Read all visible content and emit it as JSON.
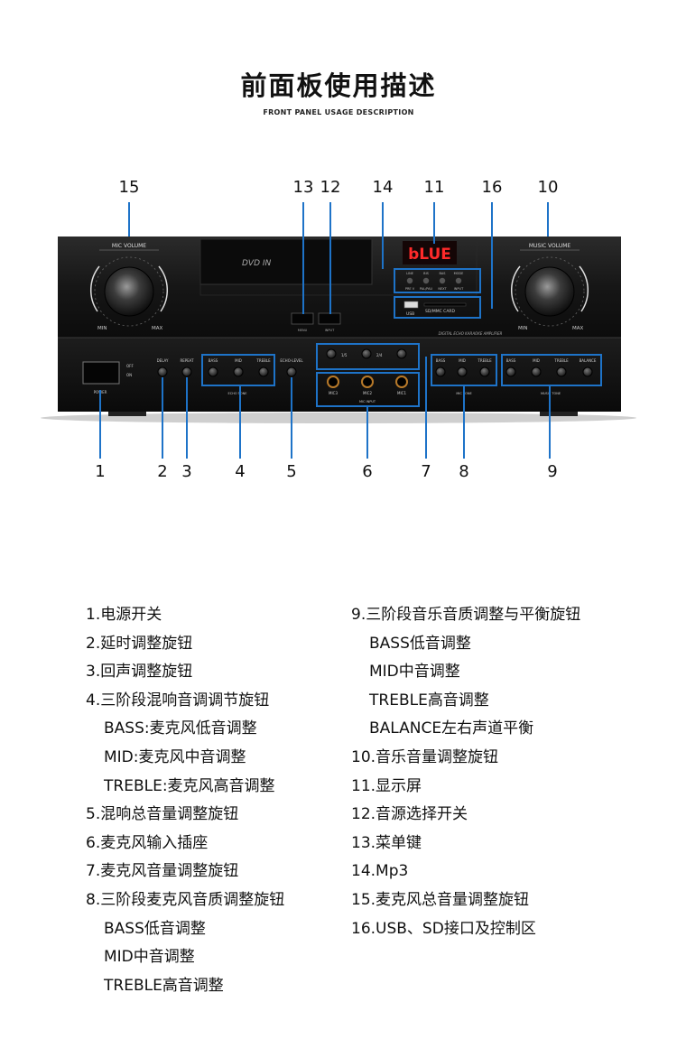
{
  "header": {
    "title": "前面板使用描述",
    "subtitle": "FRONT PANEL USAGE DESCRIPTION"
  },
  "panel": {
    "mic_volume": "MIC VOLUME",
    "music_volume": "MUSIC VOLUME",
    "min": "MIN",
    "max": "MAX",
    "display_left": "DVD  IN",
    "display_right": "bLUE",
    "mp3_buttons_top": [
      "LINE",
      "BIS",
      "BAS",
      "MODE"
    ],
    "mp3_buttons_bottom": [
      "PRE V",
      "PAL/PAU",
      "NEXT",
      "INPUT"
    ],
    "usb_label": "USB",
    "sd_label": "SD/MMC CARD",
    "menu": "MENU",
    "input": "INPUT",
    "model_text": "DIGITAL ECHO KARAOKE AMPLIFIER",
    "power": "POWER",
    "off": "OFF",
    "on": "ON",
    "delay": "DELAY",
    "repeat": "REPEAT",
    "bass": "BASS",
    "mid": "MID",
    "treble": "TREBLE",
    "echo_level": "ECHO-LEVEL",
    "echo_tone": "ECHO TONE",
    "mic_tone": "MIC TONE",
    "music_tone": "MUSIC TONE",
    "balance": "BALANCE",
    "mic_input": "MIC INPUT",
    "mic1": "MIC1",
    "mic2": "MIC2",
    "mic3": "MIC3",
    "ch_1_5": "1/5",
    "ch_2_4": "2/4"
  },
  "callouts": {
    "top": [
      "15",
      "13",
      "12",
      "14",
      "11",
      "16",
      "10"
    ],
    "bottom": [
      "1",
      "2",
      "3",
      "4",
      "5",
      "6",
      "7",
      "8",
      "9"
    ]
  },
  "descriptions": {
    "left": [
      {
        "text": "1.电源开关",
        "indent": false
      },
      {
        "text": "2.延时调整旋钮",
        "indent": false
      },
      {
        "text": "3.回声调整旋钮",
        "indent": false
      },
      {
        "text": "4.三阶段混响音调调节旋钮",
        "indent": false
      },
      {
        "text": "BASS:麦克风低音调整",
        "indent": true
      },
      {
        "text": "MID:麦克风中音调整",
        "indent": true
      },
      {
        "text": "TREBLE:麦克风高音调整",
        "indent": true
      },
      {
        "text": "5.混响总音量调整旋钮",
        "indent": false
      },
      {
        "text": "6.麦克风输入插座",
        "indent": false
      },
      {
        "text": "7.麦克风音量调整旋钮",
        "indent": false
      },
      {
        "text": "8.三阶段麦克风音质调整旋钮",
        "indent": false
      },
      {
        "text": "BASS低音调整",
        "indent": true
      },
      {
        "text": "MID中音调整",
        "indent": true
      },
      {
        "text": "TREBLE高音调整",
        "indent": true
      }
    ],
    "right": [
      {
        "text": "9.三阶段音乐音质调整与平衡旋钮",
        "indent": false
      },
      {
        "text": "BASS低音调整",
        "indent": true
      },
      {
        "text": "MID中音调整",
        "indent": true
      },
      {
        "text": "TREBLE高音调整",
        "indent": true
      },
      {
        "text": "BALANCE左右声道平衡",
        "indent": true
      },
      {
        "text": "10.音乐音量调整旋钮",
        "indent": false
      },
      {
        "text": "11.显示屏",
        "indent": false
      },
      {
        "text": "12.音源选择开关",
        "indent": false
      },
      {
        "text": "13.菜单键",
        "indent": false
      },
      {
        "text": "14.Mp3",
        "indent": false
      },
      {
        "text": "15.麦克风总音量调整旋钮",
        "indent": false
      },
      {
        "text": "16.USB、SD接口及控制区",
        "indent": false
      }
    ]
  },
  "colors": {
    "accent": "#1e73c8",
    "display_red": "#ff2a2a",
    "panel": "#1a1a1a"
  }
}
